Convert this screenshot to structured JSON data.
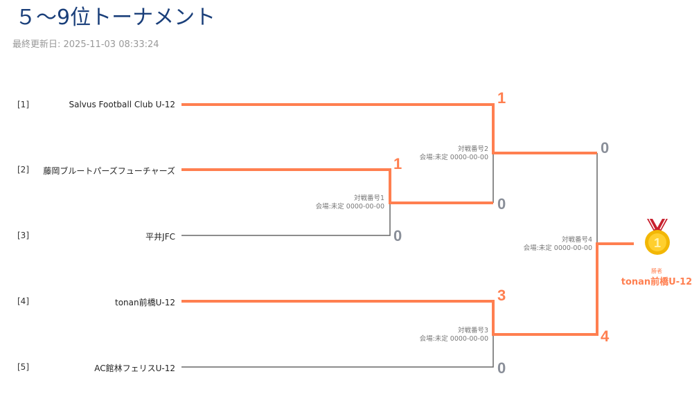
{
  "title": "５～9位トーナメント",
  "updated": "最終更新日: 2025-11-03 08:33:24",
  "teams": [
    {
      "seed": "[1]",
      "name": "Salvus Football Club U-12"
    },
    {
      "seed": "[2]",
      "name": "藤岡ブルートパーズフューチャーズ"
    },
    {
      "seed": "[3]",
      "name": "平井JFC"
    },
    {
      "seed": "[4]",
      "name": "tonan前橋U-12"
    },
    {
      "seed": "[5]",
      "name": "AC館林フェリスU-12"
    }
  ],
  "matches": [
    {
      "label": "対戦番号1",
      "venue": "会場:未定 0000-00-00",
      "score_top": "1",
      "score_bottom": "0"
    },
    {
      "label": "対戦番号2",
      "venue": "会場:未定 0000-00-00",
      "score_top": "1",
      "score_bottom": "0"
    },
    {
      "label": "対戦番号3",
      "venue": "会場:未定 0000-00-00",
      "score_top": "3",
      "score_bottom": "0"
    },
    {
      "label": "対戦番号4",
      "venue": "会場:未定 0000-00-00",
      "score_top": "0",
      "score_bottom": "4"
    }
  ],
  "winner": {
    "label": "勝者",
    "name": "tonan前橋U-12"
  },
  "colors": {
    "win": "#ff7f50",
    "lose": "#666666",
    "title": "#1a3f7a"
  }
}
